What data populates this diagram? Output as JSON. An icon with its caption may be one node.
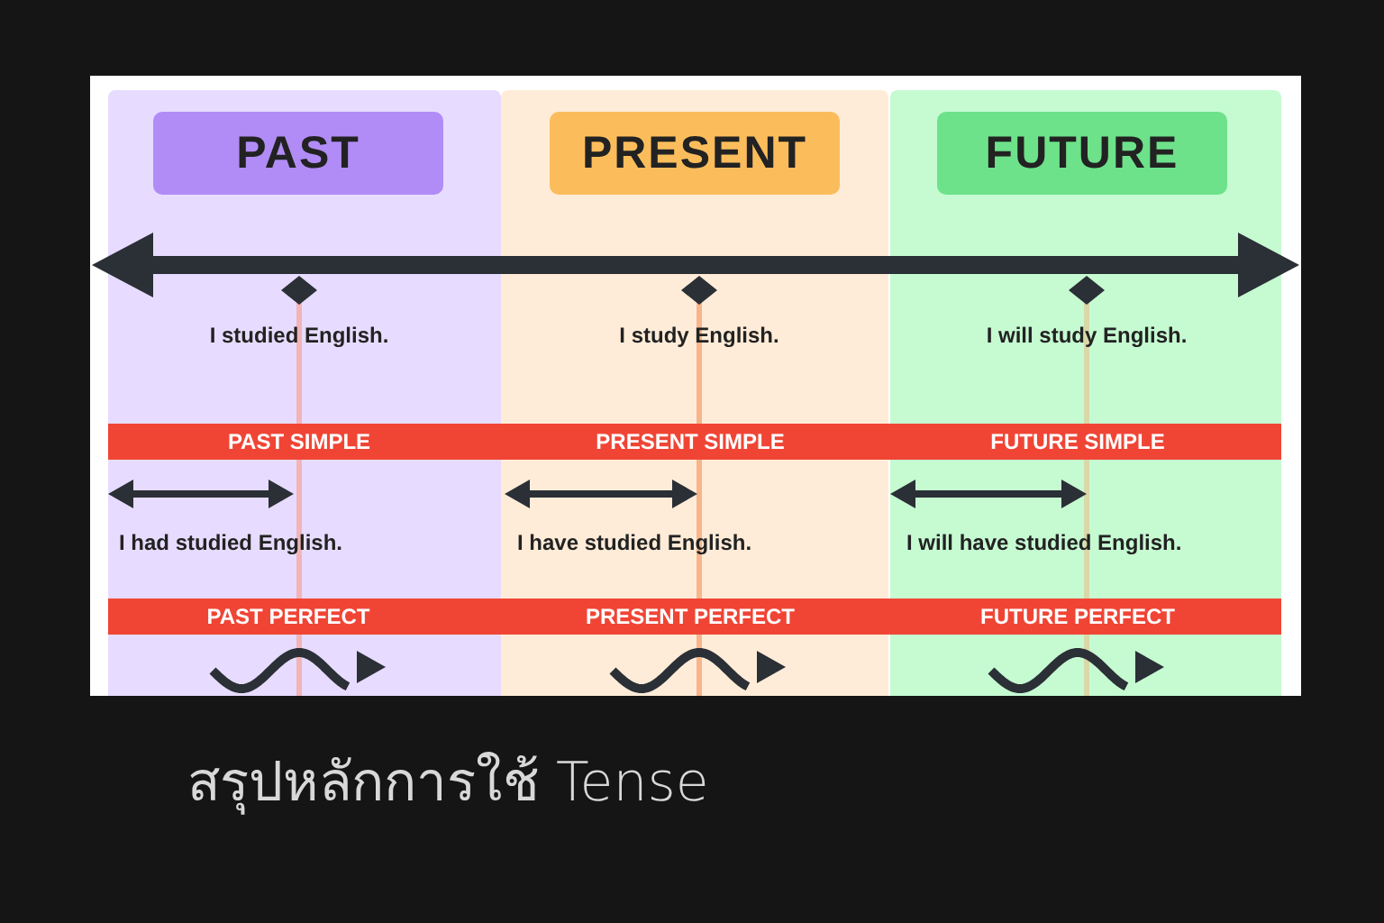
{
  "diagram": {
    "caption": "สรุปหลักการใช้ Tense",
    "nodes": [
      {
        "text": [
          "PAST"
        ]
      },
      {
        "text": [
          "PRESENT"
        ]
      },
      {
        "text": [
          "FUTURE"
        ]
      }
    ],
    "labels": [
      "I studied English.",
      "I study English.",
      "I will study English.",
      "PAST SIMPLE",
      "PRESENT SIMPLE",
      "FUTURE SIMPLE",
      "I had studied English.",
      "I have studied English.",
      "I will have studied English.",
      "PAST PERFECT",
      "PRESENT PERFECT",
      "FUTURE PERFECT"
    ]
  }
}
